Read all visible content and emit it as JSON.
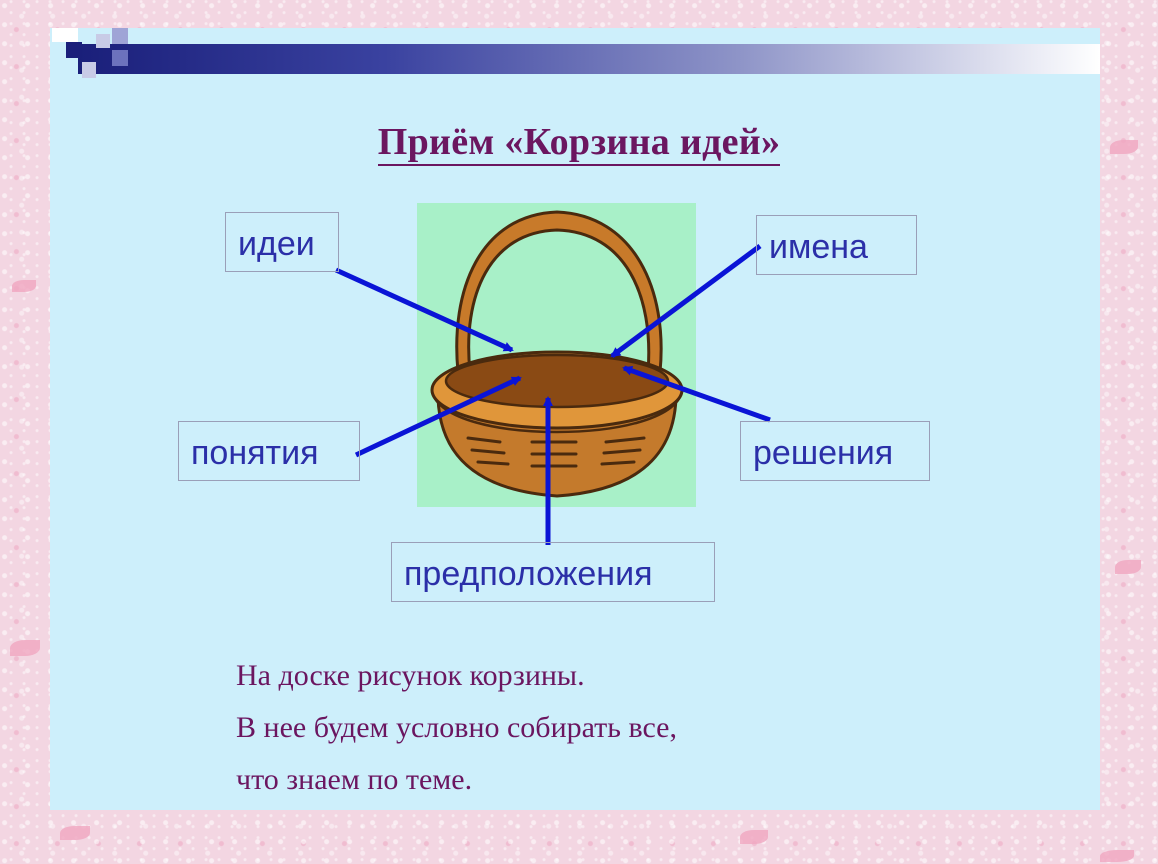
{
  "slide": {
    "title": "Приём «Корзина идей»",
    "labels": {
      "ideas": "идеи",
      "names": "имена",
      "concepts": "понятия",
      "solutions": "решения",
      "assumptions": "предположения"
    },
    "caption": [
      "На доске рисунок корзины.",
      "В нее будем условно собирать все,",
      "что знаем по теме."
    ]
  },
  "colors": {
    "title": "#6b1660",
    "label_text": "#2b2fa8",
    "arrow": "#0a14d6",
    "slide_background": "#cdeffb",
    "basket_backdrop": "#a8f0c8",
    "basket": "#c87a2a"
  }
}
